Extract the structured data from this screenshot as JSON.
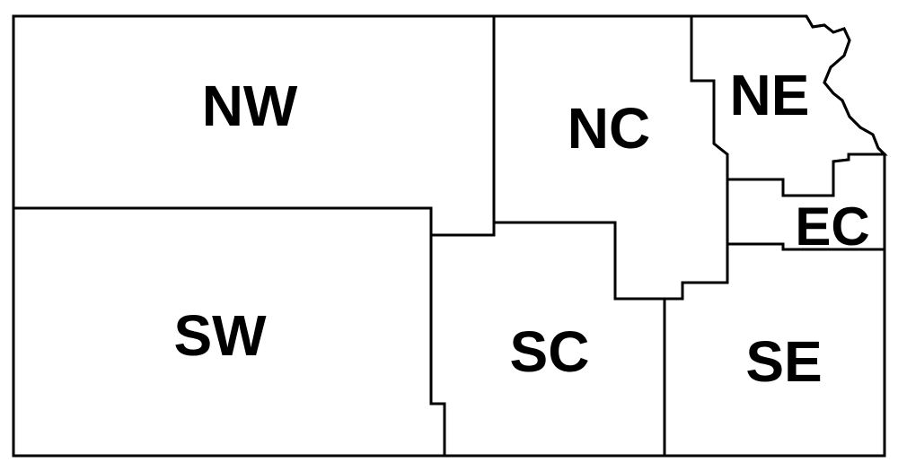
{
  "map": {
    "regions": {
      "nw": "NW",
      "nc": "NC",
      "ne": "NE",
      "sw": "SW",
      "sc": "SC",
      "ec": "EC",
      "se": "SE"
    },
    "colors": {
      "fill": "#ffffff",
      "stroke": "#000000",
      "label": "#000000"
    }
  }
}
